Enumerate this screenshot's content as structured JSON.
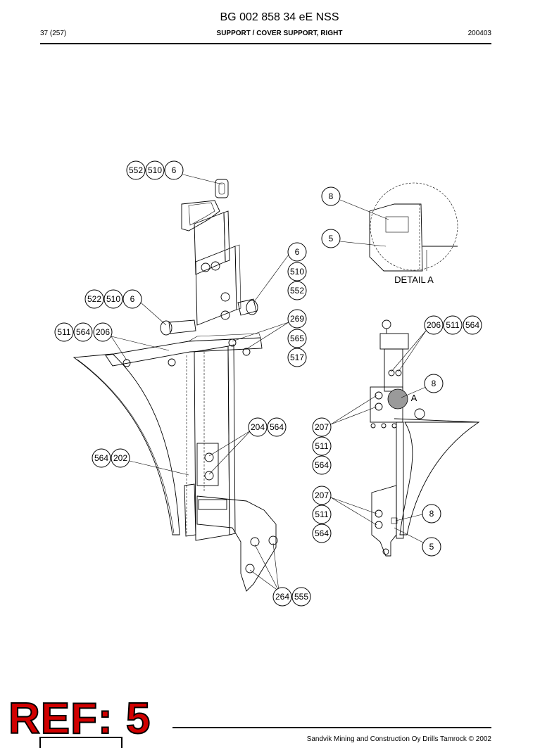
{
  "header": {
    "doc_id": "BG 002 858 34 eE NSS",
    "page": "37 (257)",
    "section_title": "SUPPORT / COVER SUPPORT, RIGHT",
    "code": "200403"
  },
  "footer": {
    "copyright": "Sandvik Mining and Construction Oy Drills Tamrock © 2002",
    "ref_stamp": "REF: 5"
  },
  "drawing": {
    "detail_label": "DETAIL  A",
    "view_letter": "A",
    "callouts": [
      {
        "id": "c1",
        "label": "552"
      },
      {
        "id": "c2",
        "label": "510"
      },
      {
        "id": "c3",
        "label": "6"
      },
      {
        "id": "c4",
        "label": "8"
      },
      {
        "id": "c5",
        "label": "5"
      },
      {
        "id": "c6",
        "label": "6"
      },
      {
        "id": "c7",
        "label": "510"
      },
      {
        "id": "c8",
        "label": "552"
      },
      {
        "id": "c9",
        "label": "522"
      },
      {
        "id": "c10",
        "label": "510"
      },
      {
        "id": "c11",
        "label": "6"
      },
      {
        "id": "c12",
        "label": "511"
      },
      {
        "id": "c13",
        "label": "564"
      },
      {
        "id": "c14",
        "label": "206"
      },
      {
        "id": "c15",
        "label": "269"
      },
      {
        "id": "c16",
        "label": "565"
      },
      {
        "id": "c17",
        "label": "517"
      },
      {
        "id": "c18",
        "label": "206"
      },
      {
        "id": "c19",
        "label": "511"
      },
      {
        "id": "c20",
        "label": "564"
      },
      {
        "id": "c21",
        "label": "8"
      },
      {
        "id": "c22",
        "label": "204"
      },
      {
        "id": "c23",
        "label": "564"
      },
      {
        "id": "c24",
        "label": "207"
      },
      {
        "id": "c25",
        "label": "511"
      },
      {
        "id": "c26",
        "label": "564"
      },
      {
        "id": "c27",
        "label": "564"
      },
      {
        "id": "c28",
        "label": "202"
      },
      {
        "id": "c29",
        "label": "207"
      },
      {
        "id": "c30",
        "label": "511"
      },
      {
        "id": "c31",
        "label": "564"
      },
      {
        "id": "c32",
        "label": "8"
      },
      {
        "id": "c33",
        "label": "5"
      },
      {
        "id": "c34",
        "label": "264"
      },
      {
        "id": "c35",
        "label": "555"
      }
    ]
  }
}
